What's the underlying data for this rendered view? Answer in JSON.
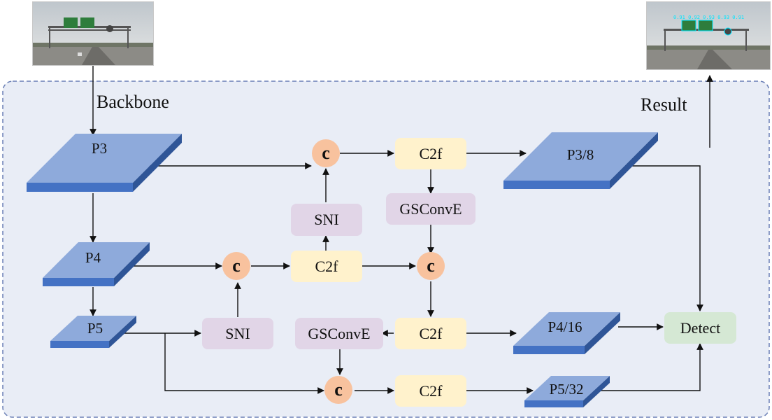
{
  "sections": {
    "backbone": "Backbone",
    "result": "Result"
  },
  "features": {
    "p3": "P3",
    "p4": "P4",
    "p5": "P5",
    "p3_8": "P3/8",
    "p4_16": "P4/16",
    "p5_32": "P5/32"
  },
  "modules": {
    "c2f": "C2f",
    "sni": "SNI",
    "gsconve": "GSConvE",
    "concat": "c",
    "detect": "Detect"
  },
  "result_image_text": "0.91 0.92 0.93 0.93 0.91",
  "colors": {
    "panel_bg": "#e9edf6",
    "panel_border": "#6a7fb5",
    "plate_top": "#8eaadb",
    "plate_side": "#4472c4",
    "c2f": "#fff2cc",
    "sni": "#e1d5e7",
    "gsconve": "#e1d5e7",
    "concat": "#f8c29e",
    "detect": "#d5e8d4",
    "detection_box": "#00e5ff"
  },
  "icons": {
    "input_image": "highway-road-sign-photo",
    "result_image": "highway-road-sign-photo-with-detections"
  }
}
